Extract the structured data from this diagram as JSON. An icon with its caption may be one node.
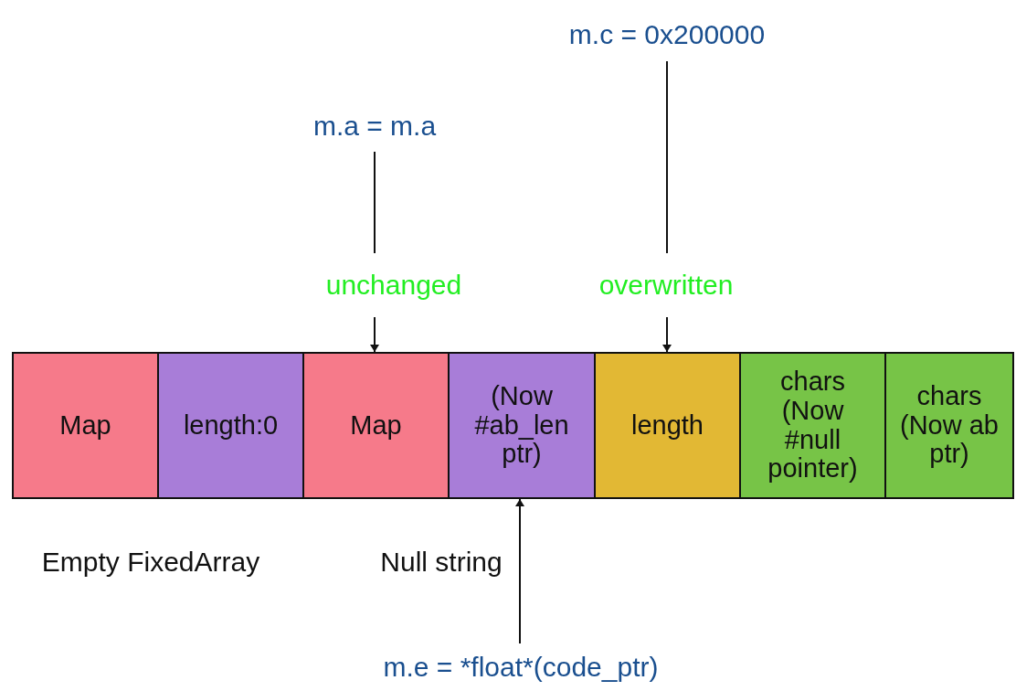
{
  "diagram": {
    "nodes": [
      {
        "text": [
          "m.c = 0x200000"
        ]
      },
      {
        "text": [
          "m.a = m.a"
        ]
      },
      {
        "text": [
          "unchanged"
        ]
      },
      {
        "text": [
          "overwritten"
        ]
      },
      {
        "text": [
          "Map"
        ]
      },
      {
        "text": [
          "length:0"
        ]
      },
      {
        "text": [
          "Map"
        ]
      },
      {
        "text": [
          "(Now #ab_len ptr)"
        ]
      },
      {
        "text": [
          "length"
        ]
      },
      {
        "text": [
          "chars (Now #null pointer)"
        ]
      },
      {
        "text": [
          "chars (Now ab ptr)"
        ]
      },
      {
        "text": [
          "m.e = *float*(code_ptr)"
        ]
      }
    ],
    "edges": [
      {
        "from": 1,
        "to": 2,
        "arrow": "none"
      },
      {
        "from": 2,
        "to": 6,
        "arrow": "to"
      },
      {
        "from": 0,
        "to": 3,
        "arrow": "none"
      },
      {
        "from": 3,
        "to": 8,
        "arrow": "to"
      },
      {
        "from": 11,
        "to": 7,
        "arrow": "to"
      }
    ],
    "labels": [
      "Empty FixedArray",
      "Null string"
    ]
  }
}
